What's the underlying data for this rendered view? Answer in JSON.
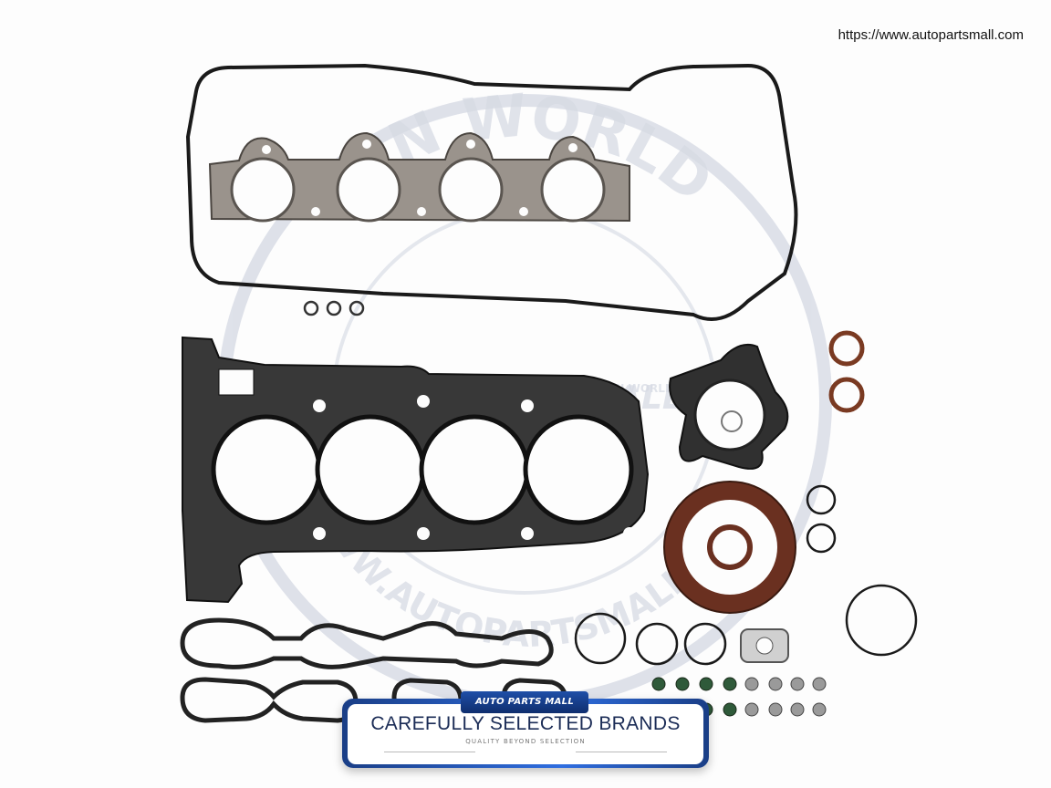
{
  "site_url": "https://www.autopartsmall.com",
  "watermark": {
    "arc_top": "WN WORLD",
    "arc_bottom": "WWW.AUTOPARTSMALL.COM",
    "center_brand": "AUTOPARTSMALL",
    "center_small": "WN WORLD"
  },
  "banner": {
    "tag": "AUTO PARTS MALL",
    "title": "CAREFULLY SELECTED BRANDS",
    "subtitle": "QUALITY BEYOND SELECTION"
  },
  "colors": {
    "gasket_dark": "#2a2a2a",
    "gasket_steel": "#8a8580",
    "seal_brown": "#7a3a22",
    "seal_green": "#2f5a3a",
    "watermark": "#cdd2de",
    "banner_blue": "#2f6ee0"
  }
}
